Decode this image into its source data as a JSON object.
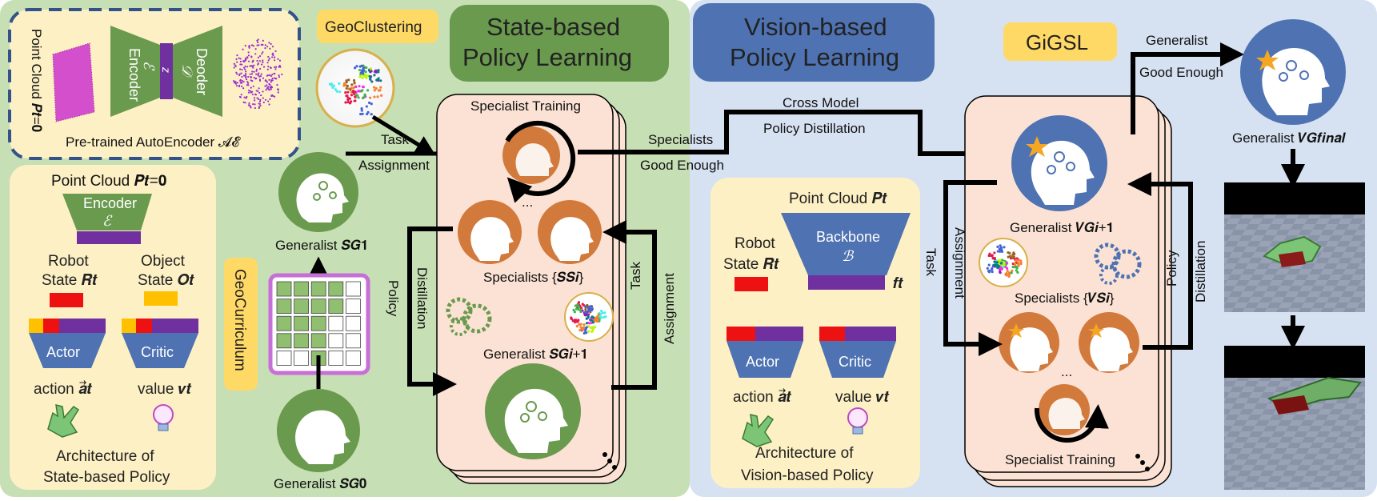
{
  "colors": {
    "state_bg": "#c6dfb4",
    "vision_bg": "#d6e1f2",
    "cream": "#fdf0c4",
    "peach": "#fbe2d4",
    "green_head": "#6a9a4e",
    "orange_head": "#d27a3c",
    "blue_head": "#4e72b2",
    "purple": "#7030a0",
    "red": "#ee1111",
    "yellow_tag": "#ffd966",
    "arrow": "#000000"
  },
  "icons": [
    "point-cloud-icon",
    "brain-gears-icon",
    "robot-hand-icon",
    "lightbulb-icon",
    "gears-icon",
    "star-icon",
    "eye-icon",
    "cluster-icon",
    "grid-icon",
    "simulation-image"
  ],
  "autoencoder": {
    "point_cloud_label": "Point Cloud 𝑷𝒕=𝟎",
    "encoder": "Encoder",
    "encoder_symbol": "ℰ",
    "z": "z",
    "decoder": "Deoder",
    "decoder_symbol": "𝒟",
    "caption": "Pre-trained AutoEncoder 𝓐𝓔"
  },
  "state_arch": {
    "point_cloud": "Point Cloud 𝑷𝒕=𝟎",
    "encoder": "Encoder",
    "encoder_symbol": "ℰ",
    "robot_state_1": "Robot",
    "robot_state_2": "State 𝑹𝒕",
    "object_state_1": "Object",
    "object_state_2": "State 𝑶𝒕",
    "actor": "Actor",
    "critic": "Critic",
    "action": "action 𝒂⃗𝒕",
    "value": "value 𝒗𝒕",
    "caption_1": "Architecture of",
    "caption_2": "State-based Policy"
  },
  "geoclustering": "GeoClustering",
  "geocurriculum": "GeoCurriculum",
  "generalist_sg1": "Generalist 𝑺𝑮𝟏",
  "generalist_sg0": "Generalist 𝑺𝑮𝟎",
  "task_assignment_1": "Task",
  "task_assignment_2": "Assignment",
  "state_title_1": "State-based",
  "state_title_2": "Policy Learning",
  "state_stack": {
    "specialist_training": "Specialist Training",
    "ellipsis": "...",
    "specialists": "Specialists {𝑺𝑺𝒊}",
    "generalist_next": "Generalist 𝑺𝑮𝒊+𝟏",
    "policy": "Policy",
    "distillation": "Distillation",
    "task": "Task",
    "assignment": "Assignment"
  },
  "specialists_good_1": "Specialists",
  "specialists_good_2": "Good Enough",
  "cross_model_1": "Cross Model",
  "cross_model_2": "Policy Distillation",
  "vision_title_1": "Vision-based",
  "vision_title_2": "Policy Learning",
  "vision_arch": {
    "point_cloud": "Point Cloud 𝑷𝒕",
    "robot_1": "Robot",
    "robot_2": "State 𝑹𝒕",
    "backbone": "Backbone",
    "backbone_symbol": "ℬ",
    "feature": "𝒇𝒕",
    "actor": "Actor",
    "critic": "Critic",
    "action": "action 𝒂⃗𝒕",
    "value": "value 𝒗𝒕",
    "caption_1": "Architecture of",
    "caption_2": "Vision-based Policy"
  },
  "gigsl": "GiGSL",
  "vision_stack": {
    "generalist_next": "Generalist 𝑽𝑮𝒊+𝟏",
    "specialists": "Specialists {𝑽𝑺𝒊}",
    "ellipsis": "...",
    "specialist_training": "Specialist Training",
    "task": "Task",
    "assignment": "Assignment",
    "policy": "Policy",
    "distillation": "Distillation"
  },
  "generalist_good_1": "Generalist",
  "generalist_good_2": "Good Enough",
  "generalist_final": "Generalist 𝑽𝑮𝒇𝒊𝒏𝒂𝒍"
}
